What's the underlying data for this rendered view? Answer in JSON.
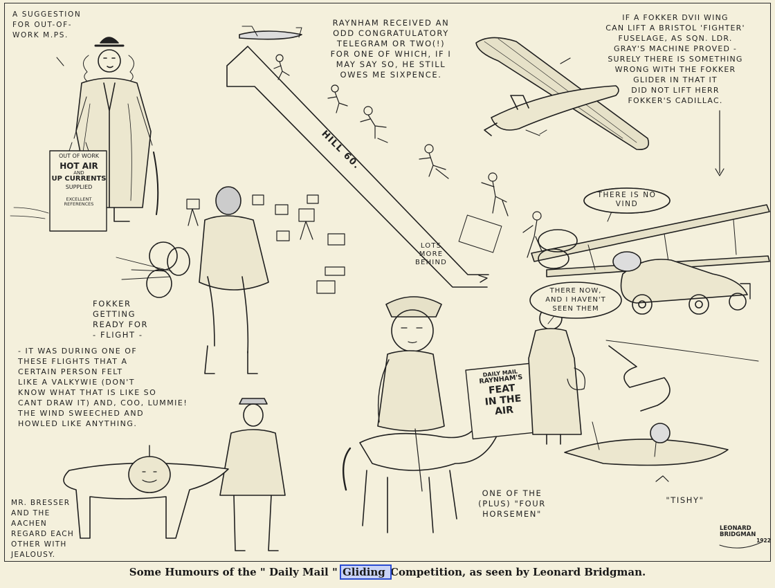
{
  "notes": {
    "suggestion": "A SUGGESTION\nFOR OUT-OF-\nWORK M.PS.",
    "raynham": "RAYNHAM RECEIVED AN\nODD CONGRATULATORY\nTELEGRAM OR TWO(!)\nFOR ONE OF WHICH, IF I\nMAY SAY SO, HE STILL\nOWES ME SIXPENCE.",
    "fokker_wing": "IF A FOKKER DVII WING\nCAN LIFT A BRISTOL 'FIGHTER'\nFUSELAGE, AS SQN. LDR.\nGRAY'S MACHINE PROVED -\nSURELY THERE IS SOMETHING\nWRONG WITH THE FOKKER\nGLIDER IN THAT IT\nDID NOT LIFT HERR\nFOKKER'S CADILLAC.",
    "hill": "HILL 60.",
    "lots_more": "LOTS\nMORE\nBEHIND",
    "no_vind": "THERE IS NO\nVIND",
    "there_now": "THERE NOW,\nAND I HAVEN'T\nSEEN THEM",
    "fokker_ready": "FOKKER\nGETTING\nREADY FOR\n- FLIGHT -",
    "valkyrie": "- IT WAS DURING ONE OF\nTHESE FLIGHTS THAT A\nCERTAIN PERSON FELT\nLIKE A VALKYWIE (DON'T\nKNOW WHAT THAT IS LIKE SO\nCANT DRAW IT) AND, COO, LUMMIE!\nTHE WIND SWEECHED AND\nHOWLED LIKE ANYTHING.",
    "bresser": "MR. BRESSER\nAND THE\nAACHEN\nREGARD EACH\nOTHER WITH\nJEALOUSY.",
    "horsemen": "ONE OF THE\n(PLUS) \"FOUR\nHORSEMEN\"",
    "tishy": "\"TISHY\""
  },
  "signs": {
    "out_of_work": "OUT OF WORK",
    "hot_air": "HOT AIR",
    "and": "AND",
    "up_currents": "UP CURRENTS",
    "supplied": "SUPPLIED",
    "excellent_refs": "EXCELLENT\nREFERENCES",
    "daily_mail": "DAILY MAIL",
    "raynhams": "RAYNHAM'S",
    "feat": "FEAT\nIN THE\nAIR"
  },
  "signature": {
    "line1": "LEONARD",
    "line2": "BRIDGMAN",
    "year": "1922"
  },
  "caption": {
    "before": "Some Humours of the \" Daily Mail \" ",
    "highlight": "Gliding ",
    "after": "Competition, as seen by Leonard Bridgman."
  }
}
